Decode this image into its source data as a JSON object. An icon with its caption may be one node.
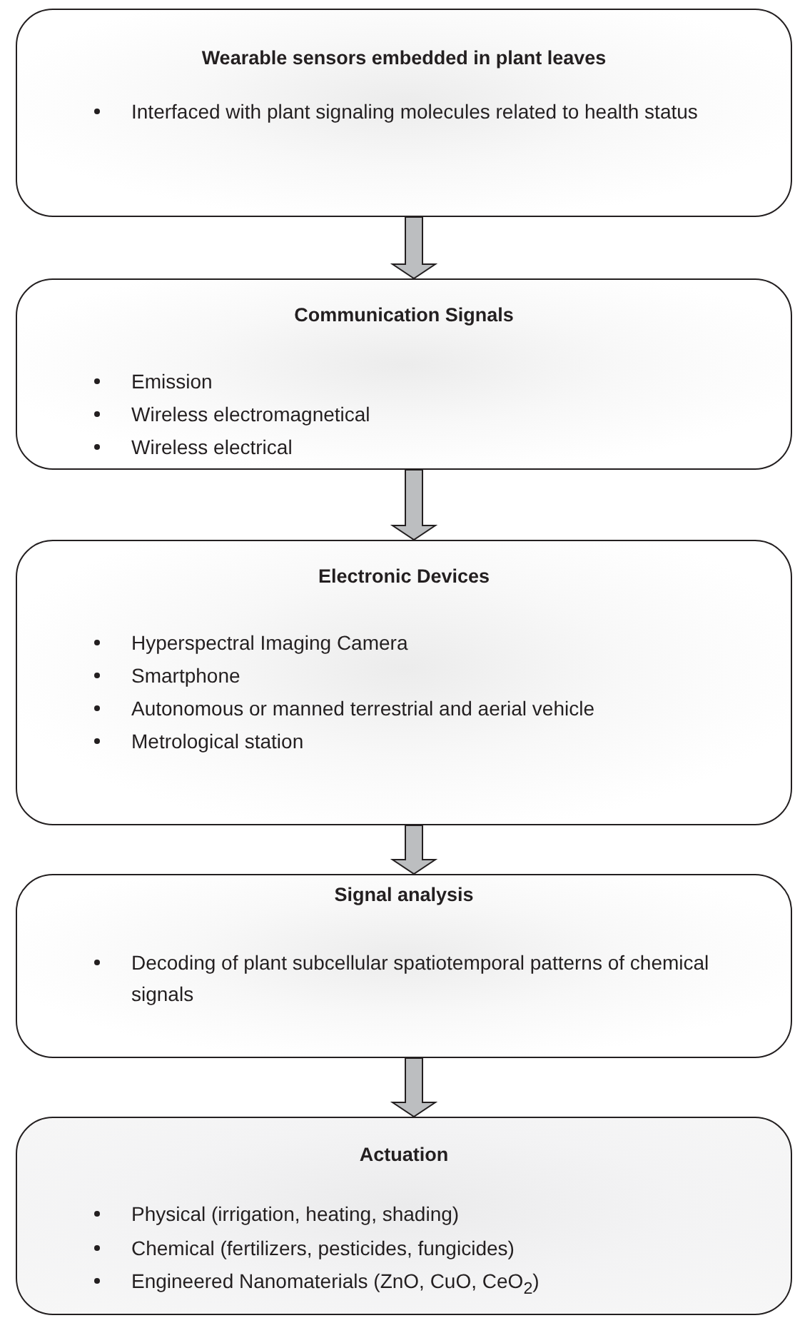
{
  "diagram": {
    "nodes": [
      {
        "text": [
          "Wearable sensors embedded in plant leaves",
          "Interfaced with plant signaling molecules related to health status"
        ]
      },
      {
        "text": [
          "Communication Signals",
          "Emission",
          "Wireless electromagnetical",
          "Wireless electrical"
        ]
      },
      {
        "text": [
          "Electronic Devices",
          "Hyperspectral Imaging Camera",
          "Smartphone",
          "Autonomous or manned terrestrial and aerial vehicle",
          "Metrological station"
        ]
      },
      {
        "text": [
          "Signal analysis",
          "Decoding of plant subcellular spatiotemporal patterns of chemical signals"
        ]
      },
      {
        "text": [
          "Actuation",
          "Physical (irrigation, heating, shading)",
          "Chemical (fertilizers, pesticides, fungicides)",
          "Engineered Nanomaterials (ZnO, CuO, CeO$_{2}$)"
        ]
      }
    ],
    "edges": [
      {
        "from": 0,
        "to": 1,
        "arrow": "to"
      },
      {
        "from": 1,
        "to": 2,
        "arrow": "to"
      },
      {
        "from": 2,
        "to": 3,
        "arrow": "to"
      },
      {
        "from": 3,
        "to": 4,
        "arrow": "to"
      }
    ]
  }
}
